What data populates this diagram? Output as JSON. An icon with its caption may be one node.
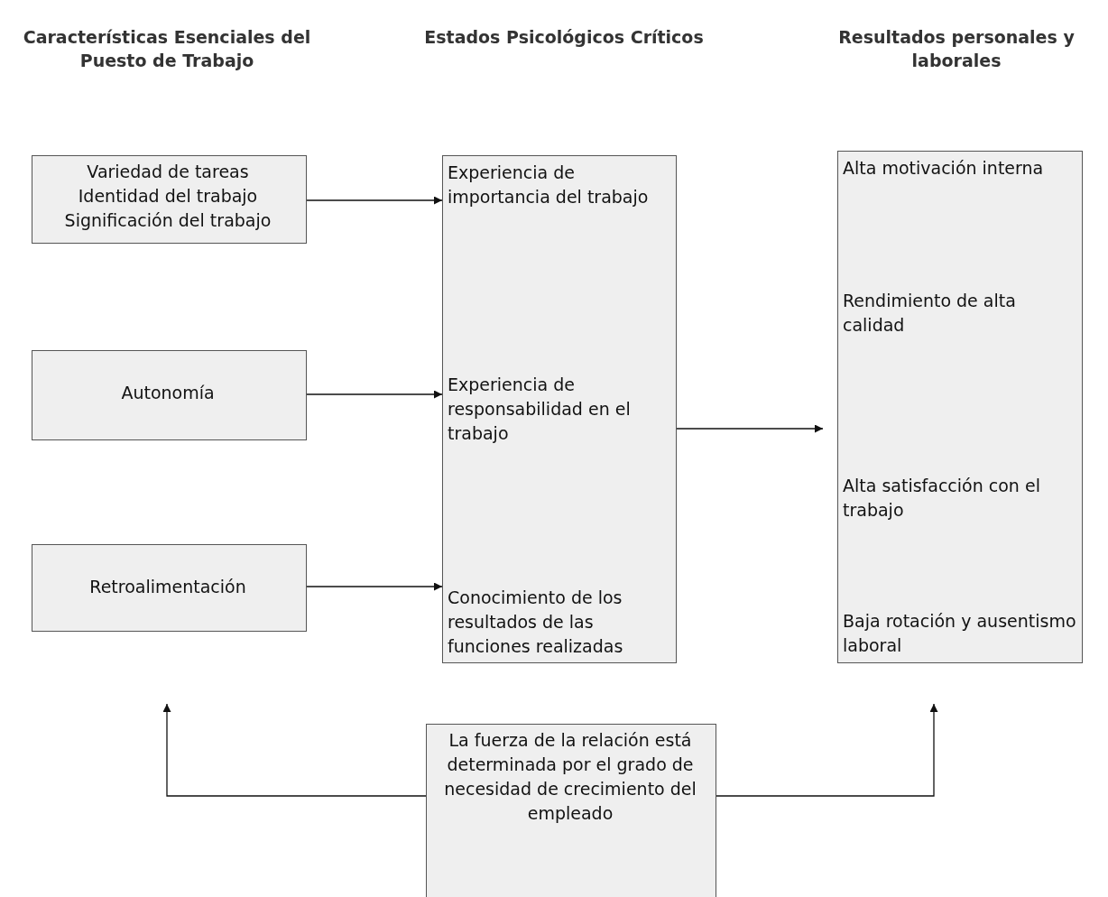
{
  "diagram": {
    "nodes": [
      {
        "text": [
          "Variedad de tareas",
          "Identidad del trabajo",
          "Significación del trabajo"
        ]
      },
      {
        "text": [
          "Autonomía"
        ]
      },
      {
        "text": [
          "Retroalimentación"
        ]
      },
      {
        "text": [
          "Experiencia de importancia del trabajo",
          "Experiencia de responsabilidad en el trabajo",
          "Conocimiento de los resultados de las funciones realizadas"
        ]
      },
      {
        "text": [
          "Alta motivación interna",
          "Rendimiento de alta calidad",
          "Alta satisfacción con el trabajo",
          "Baja rotación y ausentismo laboral"
        ]
      },
      {
        "text": [
          "La fuerza de la relación está determinada por el grado de necesidad de crecimiento del empleado"
        ]
      }
    ],
    "edges": [
      {
        "from": 0,
        "to": 3,
        "arrow": "to"
      },
      {
        "from": 1,
        "to": 3,
        "arrow": "to"
      },
      {
        "from": 2,
        "to": 3,
        "arrow": "to"
      },
      {
        "from": 3,
        "to": 4,
        "arrow": "to"
      },
      {
        "from": 5,
        "to": null,
        "arrow": "to"
      },
      {
        "from": 5,
        "to": null,
        "arrow": "to"
      }
    ],
    "labels": [
      "Características Esenciales del Puesto de Trabajo",
      "Estados Psicológicos Críticos",
      "Resultados personales y laborales"
    ]
  }
}
